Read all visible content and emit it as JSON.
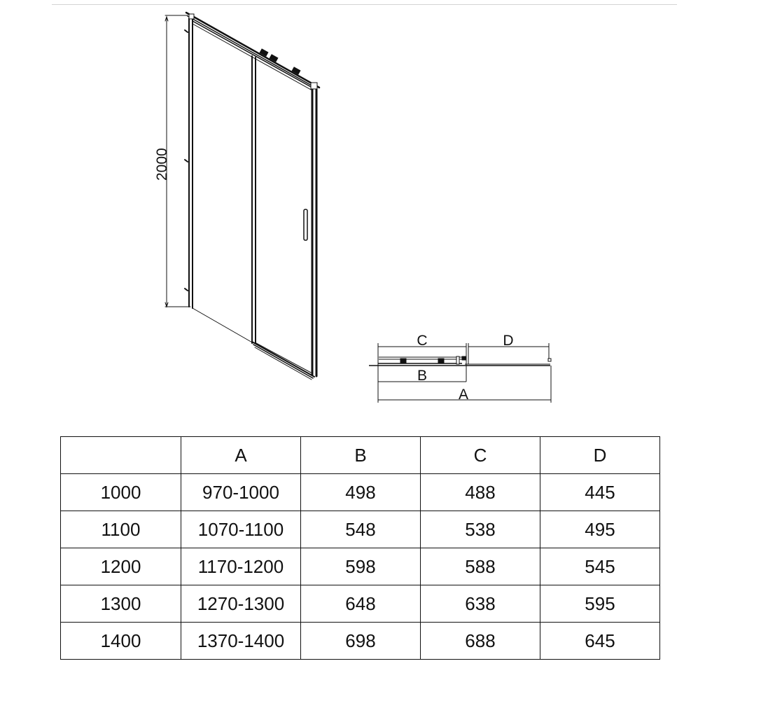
{
  "drawing": {
    "height_dimension": "2000",
    "plan_labels": {
      "a": "A",
      "b": "B",
      "c": "C",
      "d": "D"
    }
  },
  "table": {
    "headers": [
      "",
      "A",
      "B",
      "C",
      "D"
    ],
    "rows": [
      [
        "1000",
        "970-1000",
        "498",
        "488",
        "445"
      ],
      [
        "1100",
        "1070-1100",
        "548",
        "538",
        "495"
      ],
      [
        "1200",
        "1170-1200",
        "598",
        "588",
        "545"
      ],
      [
        "1300",
        "1270-1300",
        "648",
        "638",
        "595"
      ],
      [
        "1400",
        "1370-1400",
        "698",
        "688",
        "645"
      ]
    ]
  },
  "colors": {
    "line": "#111111",
    "background": "#ffffff",
    "divider": "#d4d4d4"
  }
}
